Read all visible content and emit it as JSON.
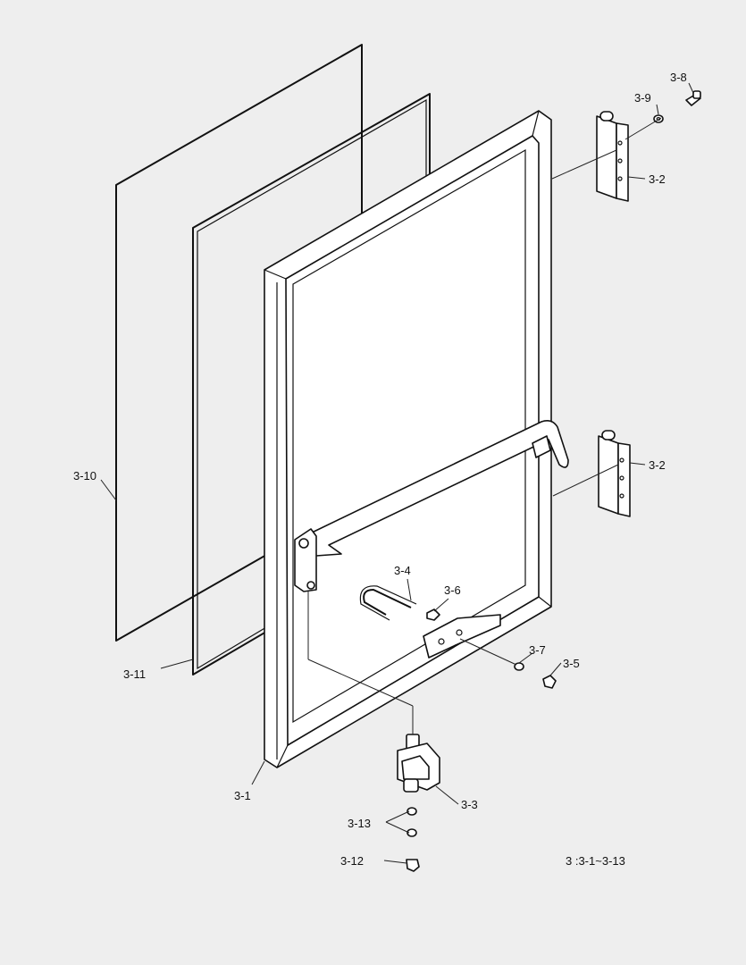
{
  "colors": {
    "background": "#eeeeee",
    "ink": "#111111"
  },
  "labels": {
    "p3_1": "3-1",
    "p3_2_top": "3-2",
    "p3_2_bottom": "3-2",
    "p3_3": "3-3",
    "p3_4": "3-4",
    "p3_5": "3-5",
    "p3_6": "3-6",
    "p3_7": "3-7",
    "p3_8": "3-8",
    "p3_9": "3-9",
    "p3_10": "3-10",
    "p3_11": "3-11",
    "p3_12": "3-12",
    "p3_13": "3-13",
    "assembly_note": "3  :3-1~3-13"
  }
}
